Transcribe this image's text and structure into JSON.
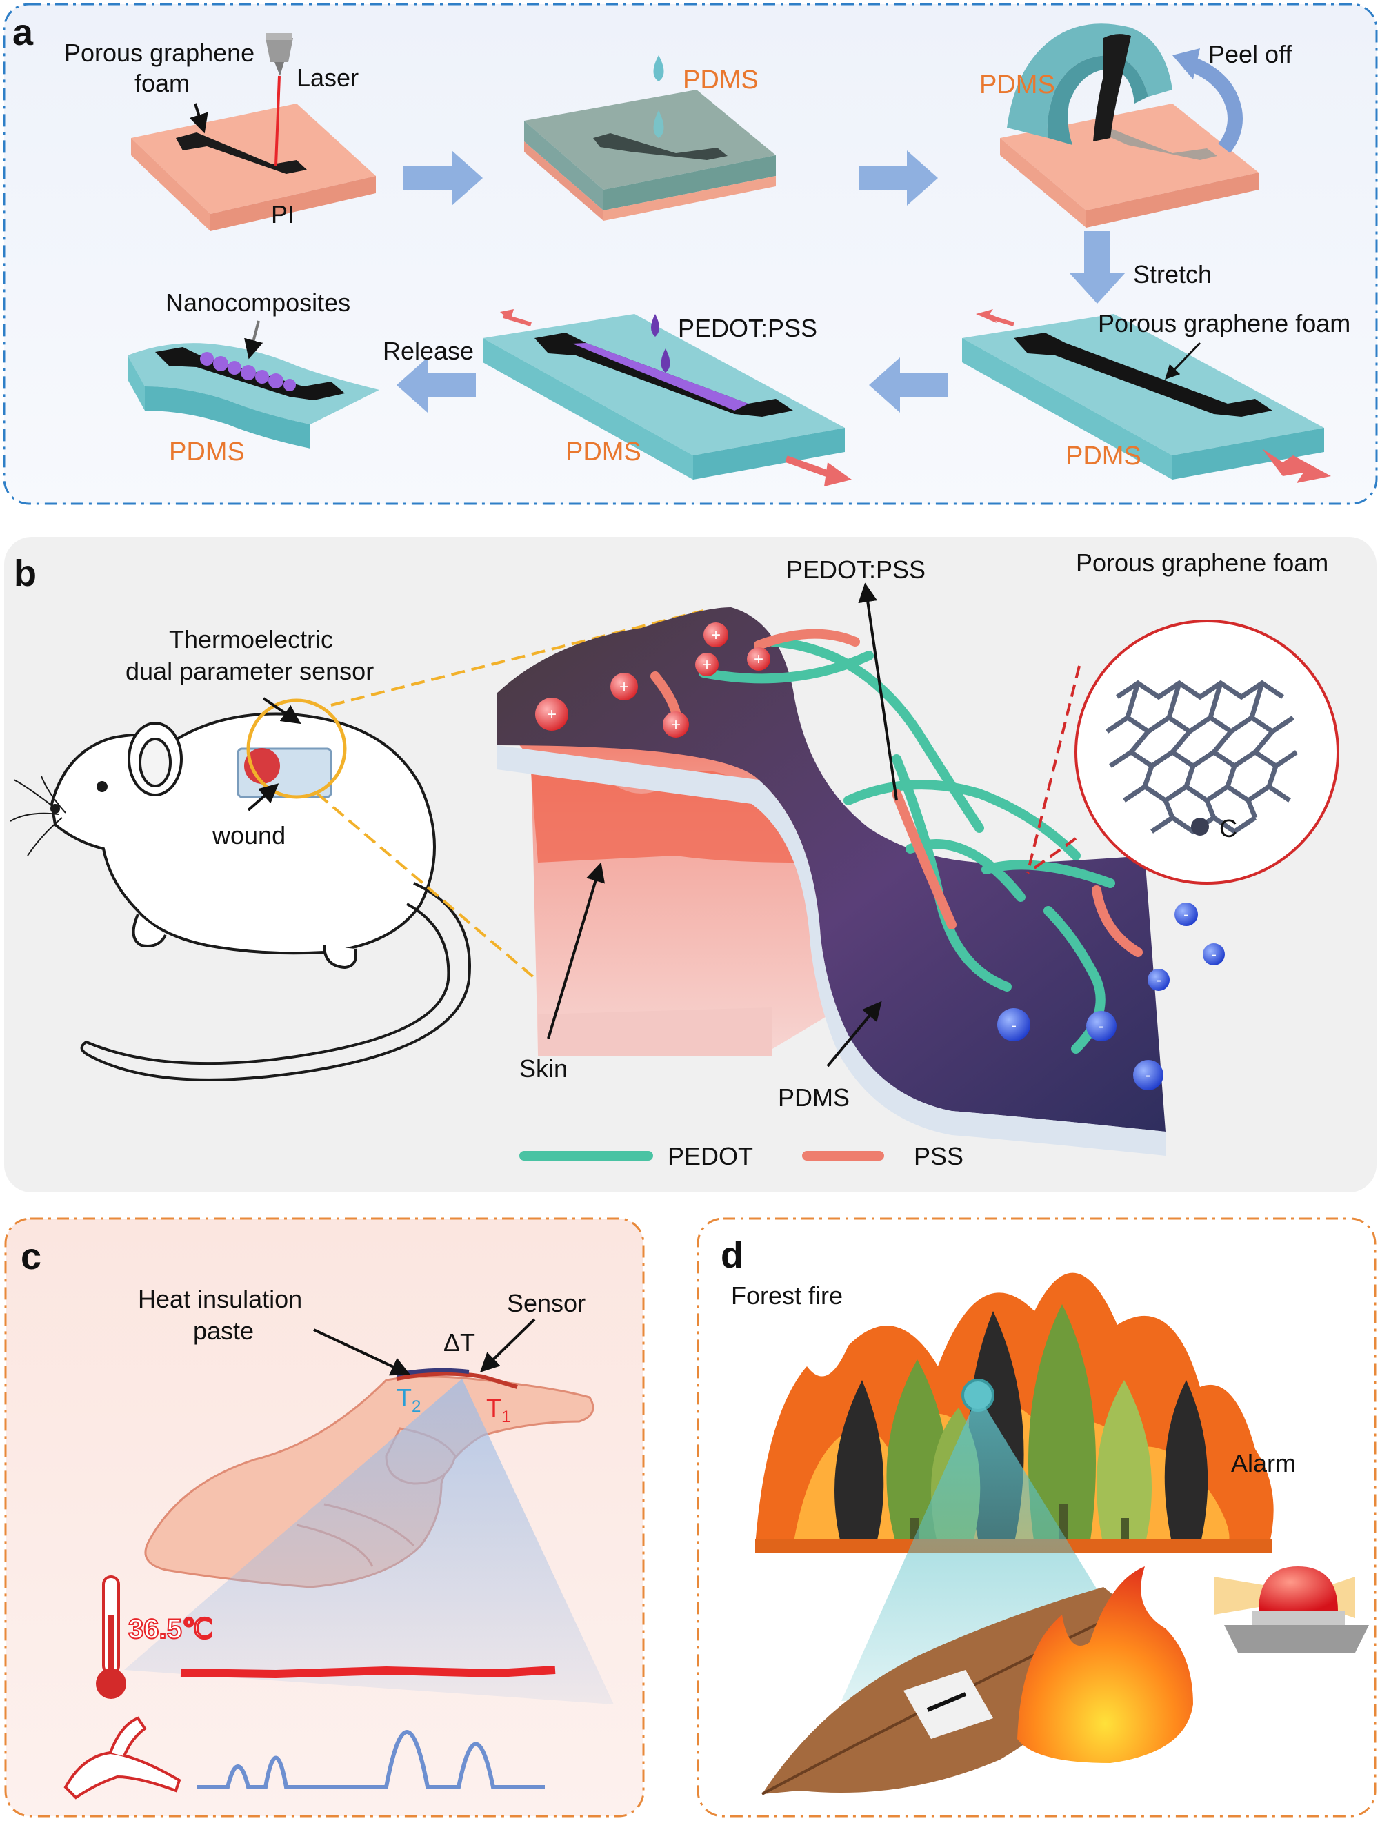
{
  "panel_a": {
    "letter": "a",
    "porous_graphene_foam": "Porous graphene",
    "foam": "foam",
    "laser": "Laser",
    "pi": "PI",
    "pdms_drop": "PDMS",
    "pdms_peel": "PDMS",
    "peel_off": "Peel off",
    "stretch": "Stretch",
    "porous_graphene_foam_2": "Porous graphene foam",
    "pedot_pss": "PEDOT:PSS",
    "nanocomposites": "Nanocomposites",
    "release": "Release",
    "pdms_1": "PDMS",
    "pdms_2": "PDMS",
    "pdms_3": "PDMS"
  },
  "panel_b": {
    "letter": "b",
    "sensor_title_1": "Thermoelectric",
    "sensor_title_2": "dual parameter sensor",
    "wound": "wound",
    "pedot_pss": "PEDOT:PSS",
    "porous_graphene_foam": "Porous graphene foam",
    "carbon": "C",
    "skin": "Skin",
    "pdms": "PDMS",
    "legend_pedot": "PEDOT",
    "legend_pss": "PSS",
    "colors": {
      "pedot": "#49c3a3",
      "pss": "#ee7e6e"
    }
  },
  "panel_c": {
    "letter": "c",
    "heat_insulation_1": "Heat insulation",
    "heat_insulation_2": "paste",
    "sensor": "Sensor",
    "delta_t": "ΔT",
    "t2": "T",
    "t2_sub": "2",
    "t1": "T",
    "t1_sub": "1",
    "temperature": "36.5℃",
    "colors": {
      "temp_line": "#e8262a",
      "pulse_line": "#6d8fd0"
    }
  },
  "panel_d": {
    "letter": "d",
    "forest_fire": "Forest fire",
    "alarm": "Alarm"
  }
}
